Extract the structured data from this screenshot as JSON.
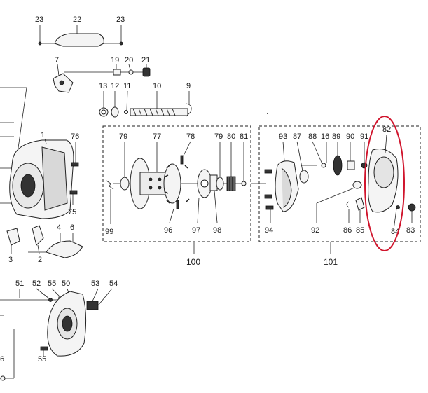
{
  "highlight_color": "#d0142c",
  "top_parts": [
    "23",
    "22",
    "23",
    "7",
    "19",
    "20",
    "21",
    "13",
    "12",
    "11",
    "10",
    "9"
  ],
  "left_parts": [
    "1",
    "76",
    "75",
    "3",
    "2",
    "4",
    "6",
    "99"
  ],
  "group_100_parts": [
    "79",
    "77",
    "78",
    "79",
    "80",
    "81",
    "96",
    "97",
    "98"
  ],
  "group_101_parts": [
    "93",
    "87",
    "88",
    "16",
    "89",
    "90",
    "91",
    "82",
    "94",
    "92",
    "86",
    "85",
    "84",
    "83"
  ],
  "lower_parts": [
    "51",
    "52",
    "55",
    "50",
    "53",
    "54",
    "55",
    "6"
  ],
  "group_labels": [
    "100",
    "101"
  ]
}
